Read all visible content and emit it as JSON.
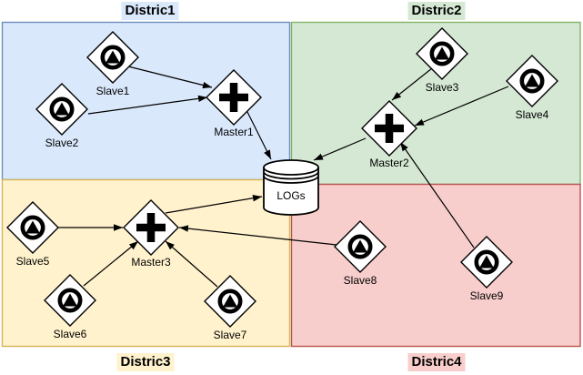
{
  "districts": {
    "district1": {
      "label": "Distric1",
      "fill": "#dae8fc",
      "stroke": "#6c8ebf"
    },
    "district2": {
      "label": "Distric2",
      "fill": "#d5e8d4",
      "stroke": "#82b366"
    },
    "district3": {
      "label": "Distric3",
      "fill": "#fff2cc",
      "stroke": "#d6b656"
    },
    "district4": {
      "label": "Distric4",
      "fill": "#f8cecc",
      "stroke": "#b85450"
    }
  },
  "nodes": {
    "slave1": {
      "label": "Slave1",
      "type": "slave",
      "district": "Distric1"
    },
    "slave2": {
      "label": "Slave2",
      "type": "slave",
      "district": "Distric1"
    },
    "master1": {
      "label": "Master1",
      "type": "master",
      "district": "Distric1"
    },
    "slave3": {
      "label": "Slave3",
      "type": "slave",
      "district": "Distric2"
    },
    "slave4": {
      "label": "Slave4",
      "type": "slave",
      "district": "Distric2"
    },
    "master2": {
      "label": "Master2",
      "type": "master",
      "district": "Distric2"
    },
    "slave5": {
      "label": "Slave5",
      "type": "slave",
      "district": "Distric3"
    },
    "slave6": {
      "label": "Slave6",
      "type": "slave",
      "district": "Distric3"
    },
    "slave7": {
      "label": "Slave7",
      "type": "slave",
      "district": "Distric3"
    },
    "master3": {
      "label": "Master3",
      "type": "master",
      "district": "Distric3"
    },
    "slave8": {
      "label": "Slave8",
      "type": "slave",
      "district": "Distric4"
    },
    "slave9": {
      "label": "Slave9",
      "type": "slave",
      "district": "Distric4"
    }
  },
  "datastore": {
    "label": "LOGs"
  },
  "edges": [
    {
      "from": "Slave1",
      "to": "Master1"
    },
    {
      "from": "Slave2",
      "to": "Master1"
    },
    {
      "from": "Master1",
      "to": "LOGs"
    },
    {
      "from": "Slave3",
      "to": "Master2"
    },
    {
      "from": "Slave4",
      "to": "Master2"
    },
    {
      "from": "Slave9",
      "to": "Master2"
    },
    {
      "from": "Master2",
      "to": "LOGs"
    },
    {
      "from": "Slave5",
      "to": "Master3"
    },
    {
      "from": "Slave6",
      "to": "Master3"
    },
    {
      "from": "Slave7",
      "to": "Master3"
    },
    {
      "from": "Slave8",
      "to": "Master3"
    },
    {
      "from": "Master3",
      "to": "LOGs"
    }
  ],
  "icons": {
    "slave": "triangle-in-circle",
    "master": "plus-cross",
    "datastore": "database-cylinder"
  },
  "colors": {
    "background": "#ffffff",
    "shape_fill": "#ffffff",
    "shape_stroke": "#000000",
    "line": "#000000",
    "text": "#000000"
  }
}
